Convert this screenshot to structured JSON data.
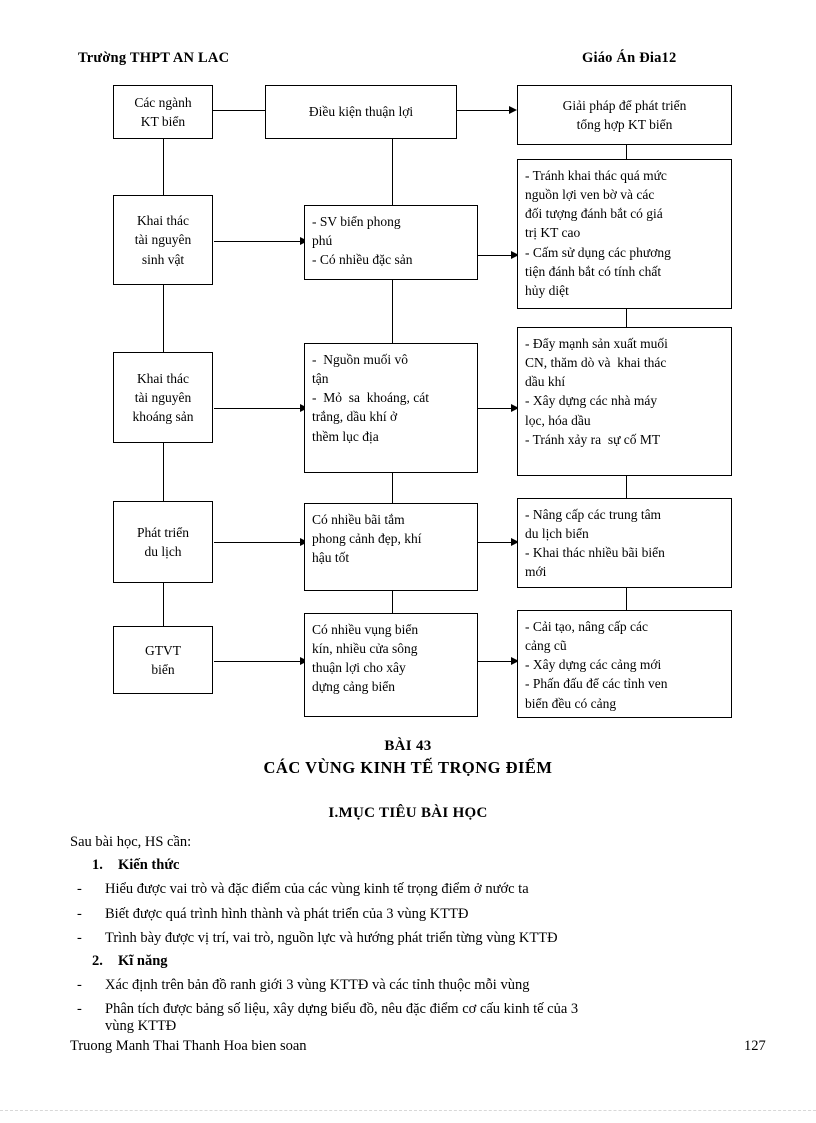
{
  "header": {
    "left": "Trường THPT AN LAC",
    "right": "Giáo Án Đia12"
  },
  "diagram": {
    "boxes": {
      "b_cacnganh": "Các ngành\nKT biển",
      "b_dieukien": "Điều kiện thuận lợi",
      "b_giaiphap": "Giải pháp để phát triển\ntổng hợp KT biển",
      "b_khaithac_sv": "Khai thác\ntài nguyên\nsinh vật",
      "b_sv_bien": "- SV biển phong\nphú\n- Có nhiều đặc sản",
      "b_tranh_khai": "- Tránh khai thác quá mức\nnguồn lợi ven bờ và các\nđối tượng đánh bắt có giá\ntrị KT cao\n- Cấm sử dụng các phương\ntiện đánh bắt có tính chất\nhủy diệt",
      "b_khaithac_ks": "Khai thác\ntài nguyên\nkhoáng sản",
      "b_nguonmuoi": "-  Nguồn muối vô\ntận\n-  Mỏ  sa  khoáng, cát\ntrắng, dầu khí ở\nthềm lục địa",
      "b_daymanh": "- Đẩy mạnh sản xuất muối\nCN, thăm dò và  khai thác\ndầu khí\n- Xây dựng các nhà máy\nlọc, hóa dầu\n- Tránh xảy ra  sự cố MT",
      "b_phattrien_dl": "Phát triển\ndu lịch",
      "b_bai_tam": "Có nhiều bãi tắm\nphong cảnh đẹp, khí\nhậu tốt",
      "b_nangcap_dl": "- Nâng cấp các trung tâm\ndu lịch biển\n- Khai thác nhiều bãi biển\nmới",
      "b_gtvt": "GTVT\nbiển",
      "b_vung_bien": "Có nhiều vụng biển\nkín, nhiều cửa sông\nthuận lợi cho xây\ndựng cảng biển",
      "b_caitao": "- Cải tạo, nâng cấp các\ncảng cũ\n- Xây dựng các cảng mới\n- Phấn đấu để các tỉnh ven\nbiển đều có cảng"
    }
  },
  "lesson": {
    "bai_number": "BÀI 43",
    "bai_title": "CÁC VÙNG  KINH TẾ TRỌNG ĐIỂM",
    "section_1": "I.MỤC TIÊU BÀI HỌC",
    "intro": "Sau bài học, HS cần:",
    "items": [
      {
        "number": "1.",
        "heading": "Kiến thức",
        "bullets": [
          "Hiểu được vai trò và đặc điểm của các vùng kinh tế trọng điểm ở nước ta",
          "Biết được quá trình hình thành và phát triển của 3 vùng KTTĐ",
          "Trình bày được vị trí, vai trò, nguồn lực và hướng phát triển từng vùng KTTĐ"
        ]
      },
      {
        "number": "2.",
        "heading": "Kĩ năng",
        "bullets": [
          "Xác định trên bản đồ ranh giới 3 vùng KTTĐ và các tỉnh thuộc mỗi vùng",
          "Phân tích được bảng số liệu, xây dựng biểu đồ, nêu đặc điểm cơ cấu kinh tế của 3"
        ],
        "continuation": "vùng KTTĐ"
      }
    ]
  },
  "footer": {
    "left": "Truong Manh Thai Thanh Hoa bien soan",
    "page_number": "127"
  }
}
